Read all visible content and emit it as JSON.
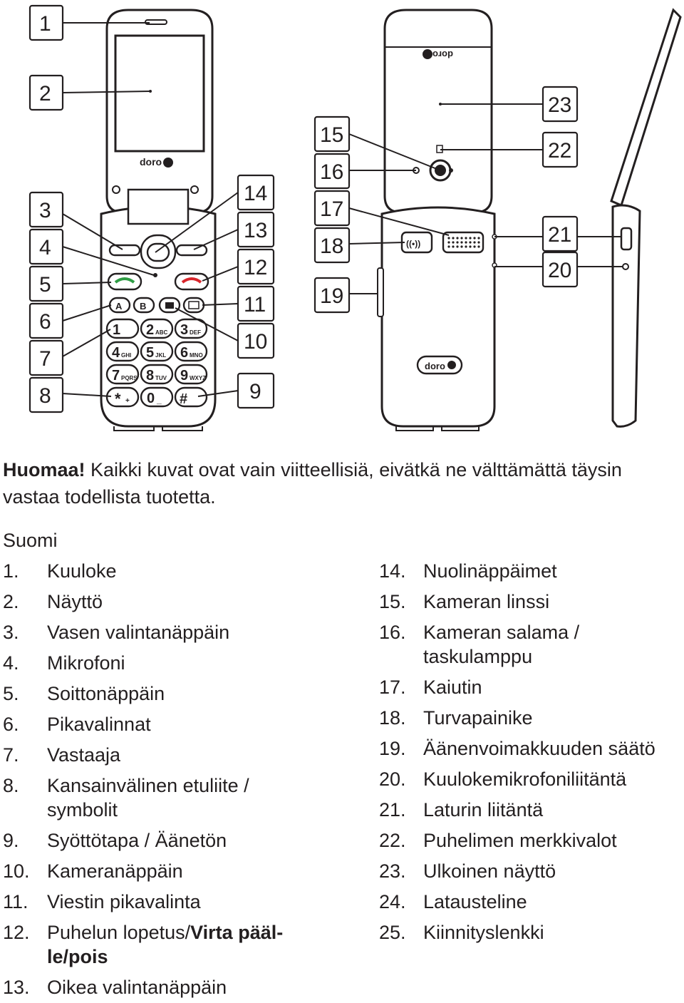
{
  "diagram": {
    "callouts_left": [
      "1",
      "2",
      "3",
      "4",
      "5",
      "6",
      "7",
      "8"
    ],
    "callouts_center": [
      "14",
      "13",
      "12",
      "11",
      "10",
      "9"
    ],
    "callouts_back": [
      "15",
      "16",
      "17",
      "18",
      "19"
    ],
    "callouts_right": [
      "23",
      "22",
      "21",
      "20"
    ],
    "brand": "doro",
    "keys": {
      "a": "A",
      "b": "B",
      "k1": "1",
      "k2": "2",
      "k3": "3",
      "k4": "4",
      "k5": "5",
      "k6": "6",
      "k7": "7",
      "k8": "8",
      "k9": "9",
      "kstar": "*",
      "k0": "0",
      "khash": "#",
      "k2s": "ABC",
      "k3s": "DEF",
      "k4s": "GHI",
      "k5s": "JKL",
      "k6s": "MNO",
      "k7s": "PQRS",
      "k8s": "TUV",
      "k9s": "WXYZ",
      "kstars": "+",
      "k0s": "_"
    }
  },
  "note": {
    "bold": "Huomaa!",
    "text": " Kaikki kuvat ovat vain viitteellisiä, eivätkä ne välttämättä täysin vastaa todellista tuotetta."
  },
  "section_title": "Suomi",
  "parts_left": [
    {
      "num": "1.",
      "label": "Kuuloke"
    },
    {
      "num": "2.",
      "label": "Näyttö"
    },
    {
      "num": "3.",
      "label": "Vasen valintanäppäin"
    },
    {
      "num": "4.",
      "label": "Mikrofoni"
    },
    {
      "num": "5.",
      "label": "Soittonäppäin"
    },
    {
      "num": "6.",
      "label": "Pikavalinnat"
    },
    {
      "num": "7.",
      "label": "Vastaaja"
    },
    {
      "num": "8.",
      "label": "Kansainvälinen etuliite / symbolit"
    },
    {
      "num": "9.",
      "label": "Syöttötapa / Äänetön"
    },
    {
      "num": "10.",
      "label": "Kameranäppäin"
    },
    {
      "num": "11.",
      "label": "Viestin pikavalinta"
    },
    {
      "num": "12.",
      "label": "Puhelun lopetus/",
      "label_bold": "Virta pääl­le/pois"
    },
    {
      "num": "13.",
      "label": "Oikea valintanäppäin"
    }
  ],
  "parts_right": [
    {
      "num": "14.",
      "label": "Nuolinäppäimet"
    },
    {
      "num": "15.",
      "label": "Kameran linssi"
    },
    {
      "num": "16.",
      "label": "Kameran salama / taskulamppu"
    },
    {
      "num": "17.",
      "label": "Kaiutin"
    },
    {
      "num": "18.",
      "label": "Turvapainike"
    },
    {
      "num": "19.",
      "label": "Äänenvoimakkuuden säätö"
    },
    {
      "num": "20.",
      "label": "Kuulokemikrofoniliitäntä"
    },
    {
      "num": "21.",
      "label": "Laturin liitäntä"
    },
    {
      "num": "22.",
      "label": "Puhelimen merkkivalot"
    },
    {
      "num": "23.",
      "label": "Ulkoinen näyttö"
    },
    {
      "num": "24.",
      "label": "Lataus­teline"
    },
    {
      "num": "25.",
      "label": "Kiinnityslenkki"
    }
  ]
}
